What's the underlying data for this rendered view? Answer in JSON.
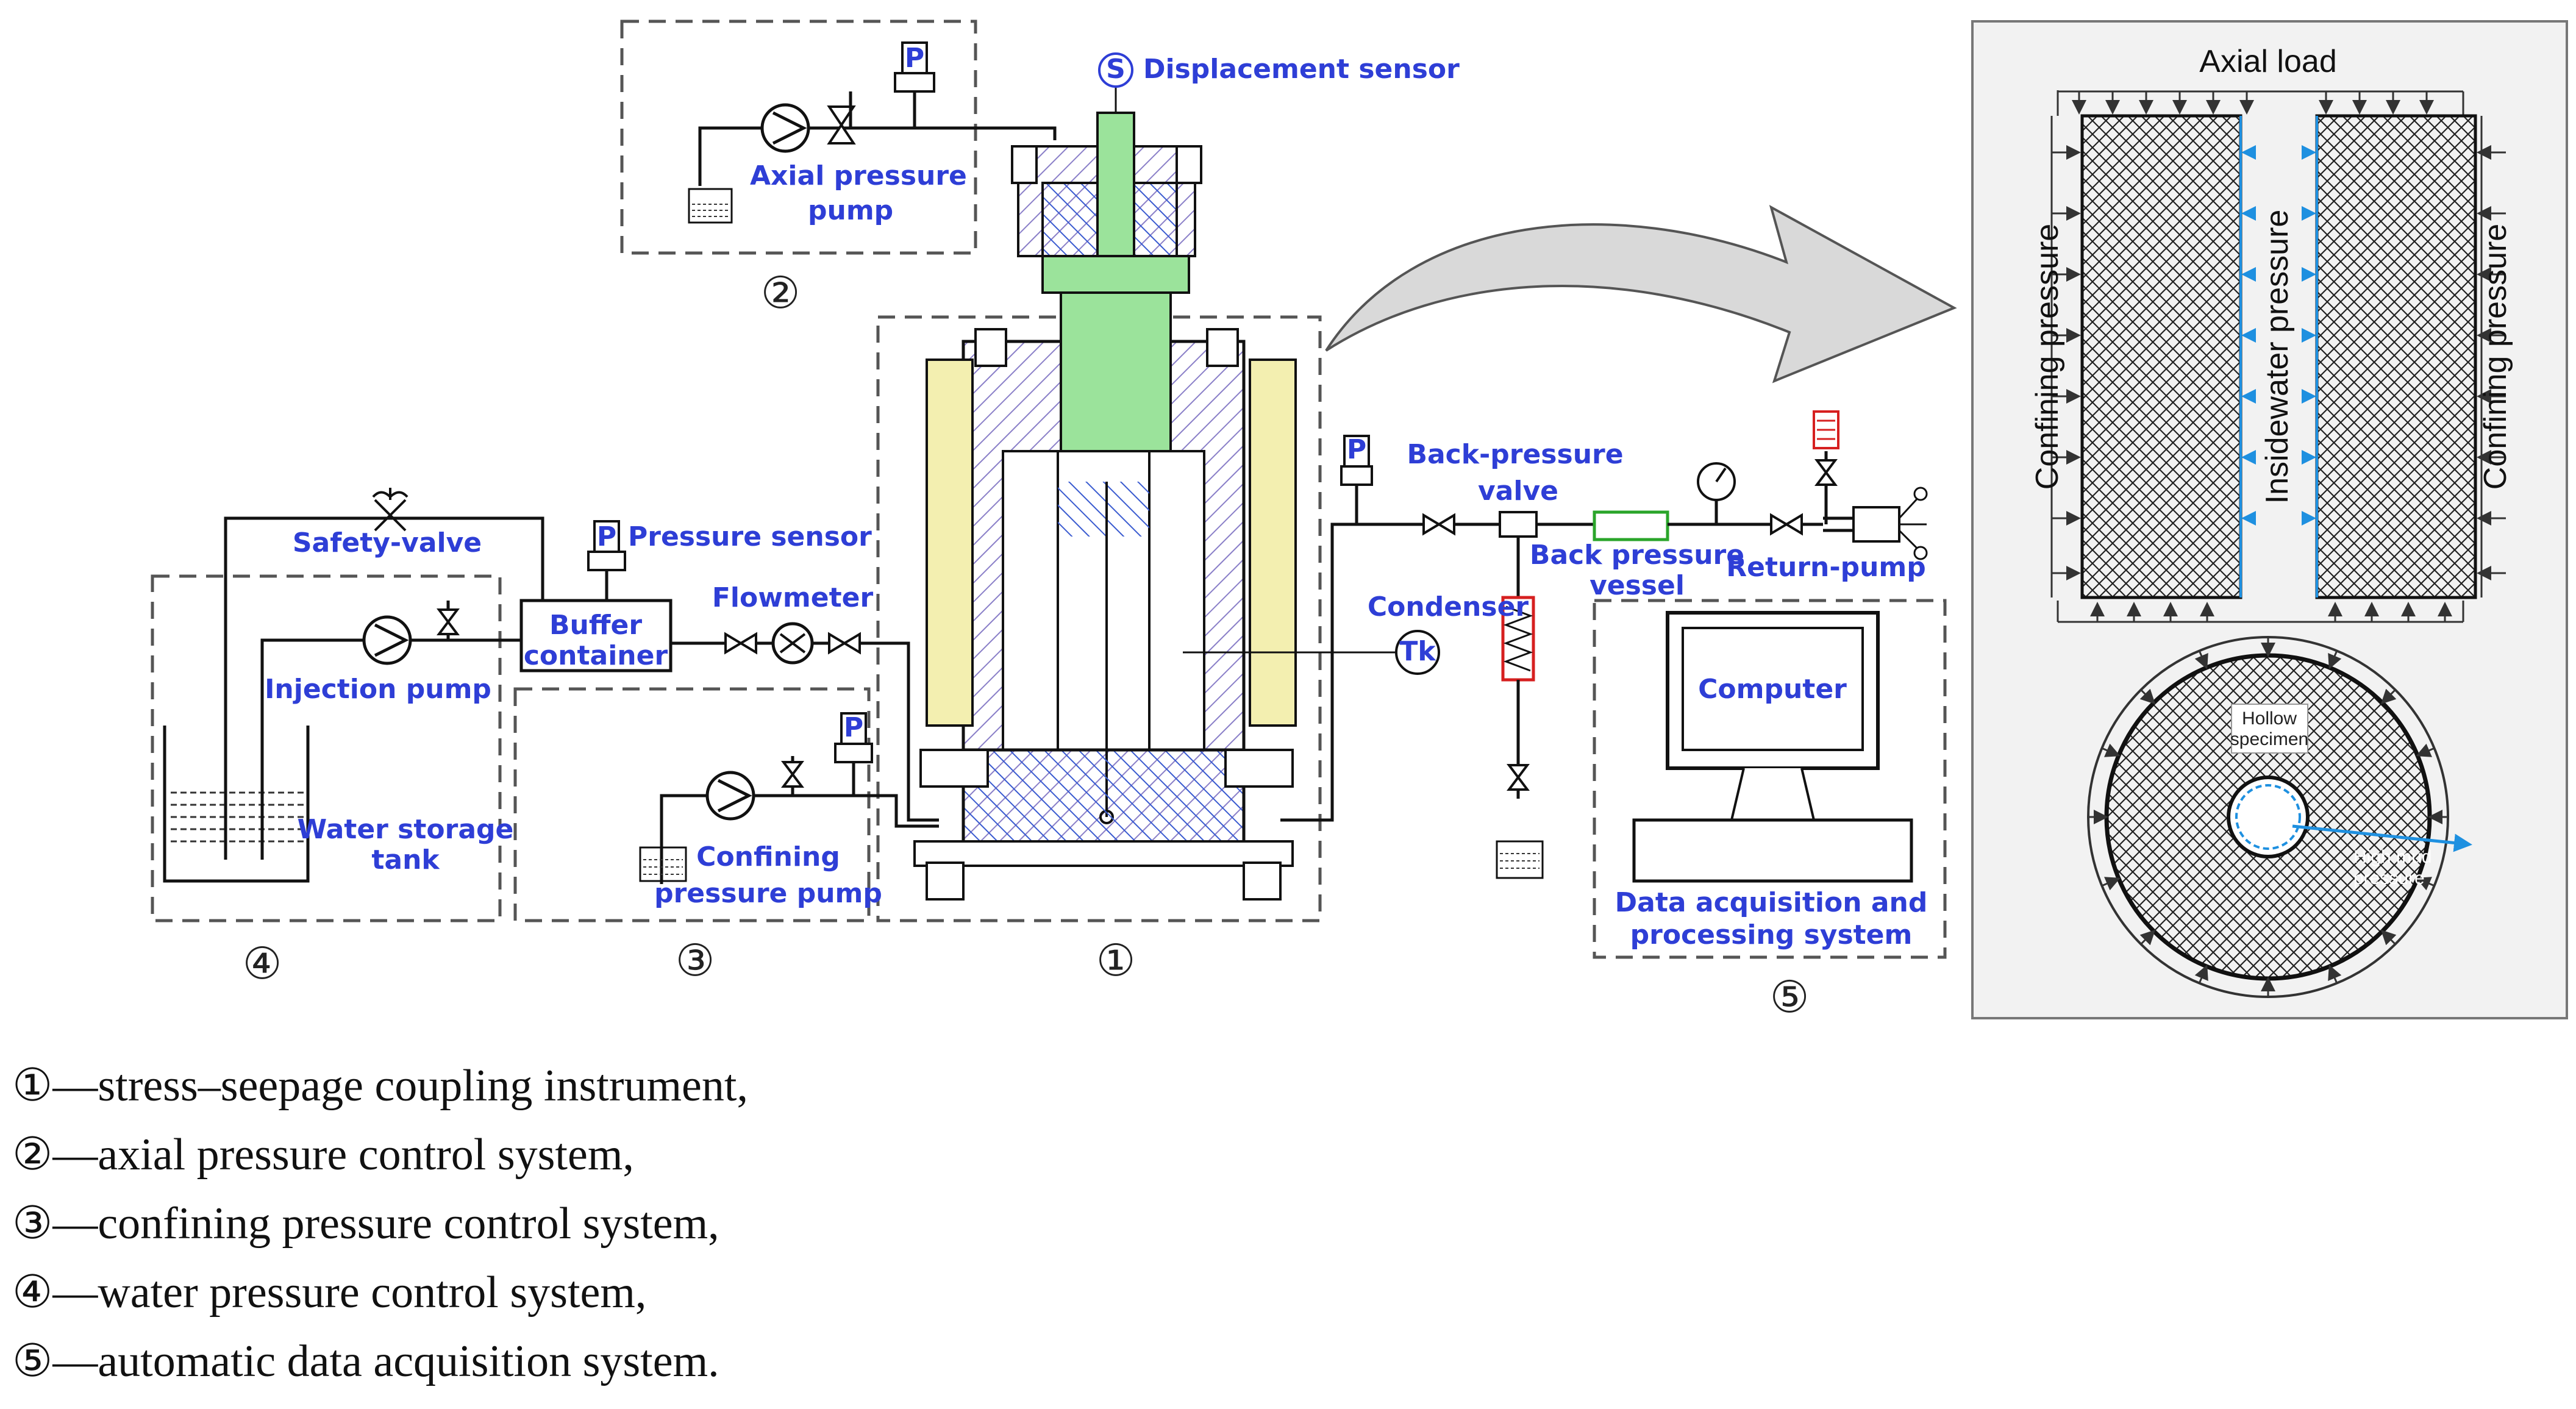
{
  "labels": {
    "displacement_sensor": "Displacement sensor",
    "axial_pressure_pump_1": "Axial pressure",
    "axial_pressure_pump_2": "pump",
    "safety_valve": "Safety-valve",
    "pressure_sensor": "Pressure sensor",
    "buffer_container_1": "Buffer",
    "buffer_container_2": "container",
    "flowmeter": "Flowmeter",
    "injection_pump": "Injection pump",
    "water_storage_tank_1": "Water storage",
    "water_storage_tank_2": "tank",
    "confining_pressure_pump_1": "Confining",
    "confining_pressure_pump_2": "pressure pump",
    "back_pressure_valve_1": "Back-pressure",
    "back_pressure_valve_2": "valve",
    "back_pressure_vessel_1": "Back pressure",
    "back_pressure_vessel_2": "vessel",
    "return_pump": "Return-pump",
    "condenser": "Condenser",
    "computer": "Computer",
    "daq_1": "Data acquisition and",
    "daq_2": "processing system",
    "sensor_p": "P",
    "sensor_s": "S",
    "sensor_tk": "Tk"
  },
  "numbers": {
    "n1": "①",
    "n2": "②",
    "n3": "③",
    "n4": "④",
    "n5": "⑤"
  },
  "panel": {
    "axial_load": "Axial load",
    "confining_left": "Confining pressure",
    "confining_right": "Confining pressure",
    "insidewater": "Insidewater pressure",
    "hollow_1": "Hollow",
    "hollow_2": "specimen",
    "high_mud_1": "High mud",
    "high_mud_2": "pressure"
  },
  "legend": [
    "①—stress–seepage coupling instrument,",
    "②—axial pressure control system,",
    "③—confining pressure control system,",
    "④—water pressure control system,",
    "⑤—automatic data acquisition system."
  ],
  "colors": {
    "label_blue": "#2e3ed6",
    "piston_green": "#9be39b",
    "sleeve_yellow": "#f3efb0",
    "hatch_purple": "#8a7fc8",
    "condenser_red": "#d62020",
    "arrow_blue": "#1e90e0",
    "panel_bg": "#f2f2f2"
  }
}
